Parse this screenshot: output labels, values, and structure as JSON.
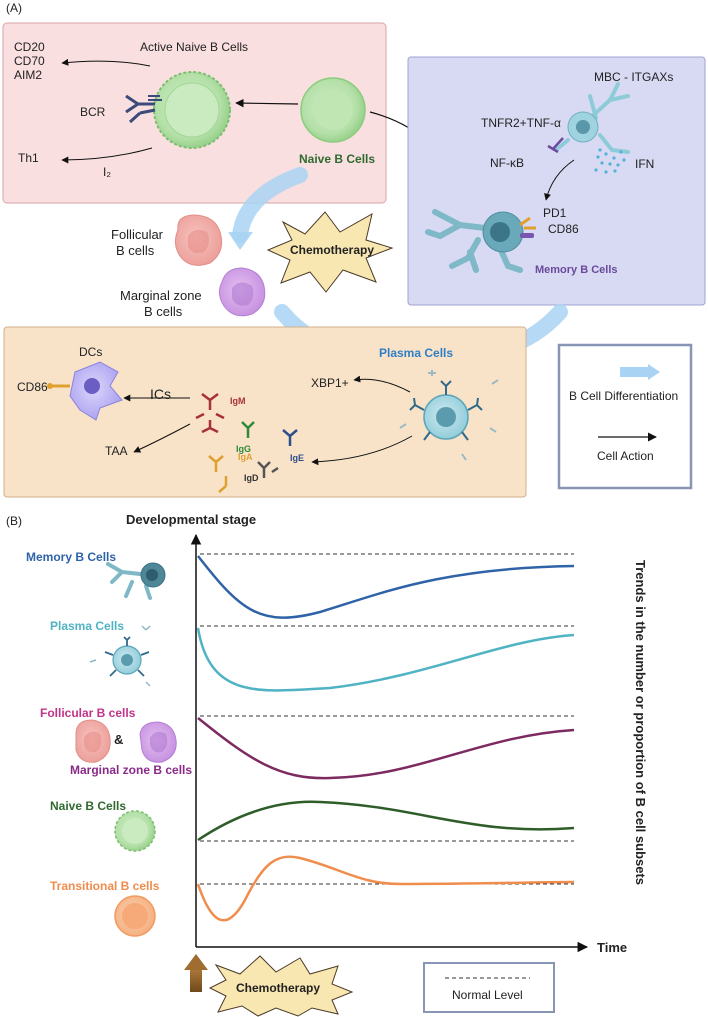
{
  "panel_a": {
    "label": "(A)",
    "active_box": {
      "title": "Active Naive B Cells",
      "markers": [
        "CD20",
        "CD70",
        "AIM2"
      ],
      "bcr": "BCR",
      "th1": "Th1",
      "i2": "I₂"
    },
    "naive_label": "Naive B Cells",
    "memory_box": {
      "mbc_label": "MBC - ITGAXs",
      "tnfr": "TNFR2+TNF-α",
      "nfkb": "NF-κB",
      "ifn": "IFN",
      "pd1": "PD1",
      "cd86": "CD86",
      "memory_label": "Memory B Cells"
    },
    "follicular_label": [
      "Follicular",
      "B cells"
    ],
    "marginal_label": [
      "Marginal zone",
      "B cells"
    ],
    "chemo_label": "Chemotherapy",
    "plasma_box": {
      "dcs": "DCs",
      "cd86": "CD86",
      "ics": "ICs",
      "xbp1": "XBP1+",
      "plasma_label": "Plasma Cells",
      "taa": "TAA",
      "igm": "IgM",
      "igg": "IgG",
      "ige": "IgE",
      "iga": "IgA",
      "igd": "IgD"
    },
    "legend": {
      "differentiation": "B Cell Differentiation",
      "action": "Cell Action"
    }
  },
  "panel_b": {
    "label": "(B)",
    "y_title": "Developmental stage",
    "x_label": "Time",
    "right_label": "Trends in the number or proportion of B cell subsets",
    "rows": [
      {
        "label": "Memory B Cells",
        "color": "#2f63a8"
      },
      {
        "label": "Plasma Cells",
        "color": "#4fb3c4"
      },
      {
        "label": "Follicular B cells",
        "color": "#c2338a"
      },
      {
        "label": "&",
        "color": "#222222"
      },
      {
        "label": "Marginal zone B cells",
        "color": "#8a2a88"
      },
      {
        "label": "Naive B Cells",
        "color": "#2f6a2f"
      },
      {
        "label": "Transitional B cells",
        "color": "#f08c4c"
      }
    ],
    "chemo_label": "Chemotherapy",
    "legend_normal": "Normal Level"
  },
  "colors": {
    "active_bg": "#f9dfe0",
    "memory_bg": "#d8daf3",
    "plasma_bg": "#f8e3c9",
    "diff_arrow": "#a9d3f3",
    "chemo_fill": "#f8e7b0",
    "memory_curve": "#2f63a8",
    "plasma_curve": "#4fb3c4",
    "follicular_curve": "#7d2a60",
    "naive_curve": "#2e5d2a",
    "transitional_curve": "#f08c4c"
  }
}
